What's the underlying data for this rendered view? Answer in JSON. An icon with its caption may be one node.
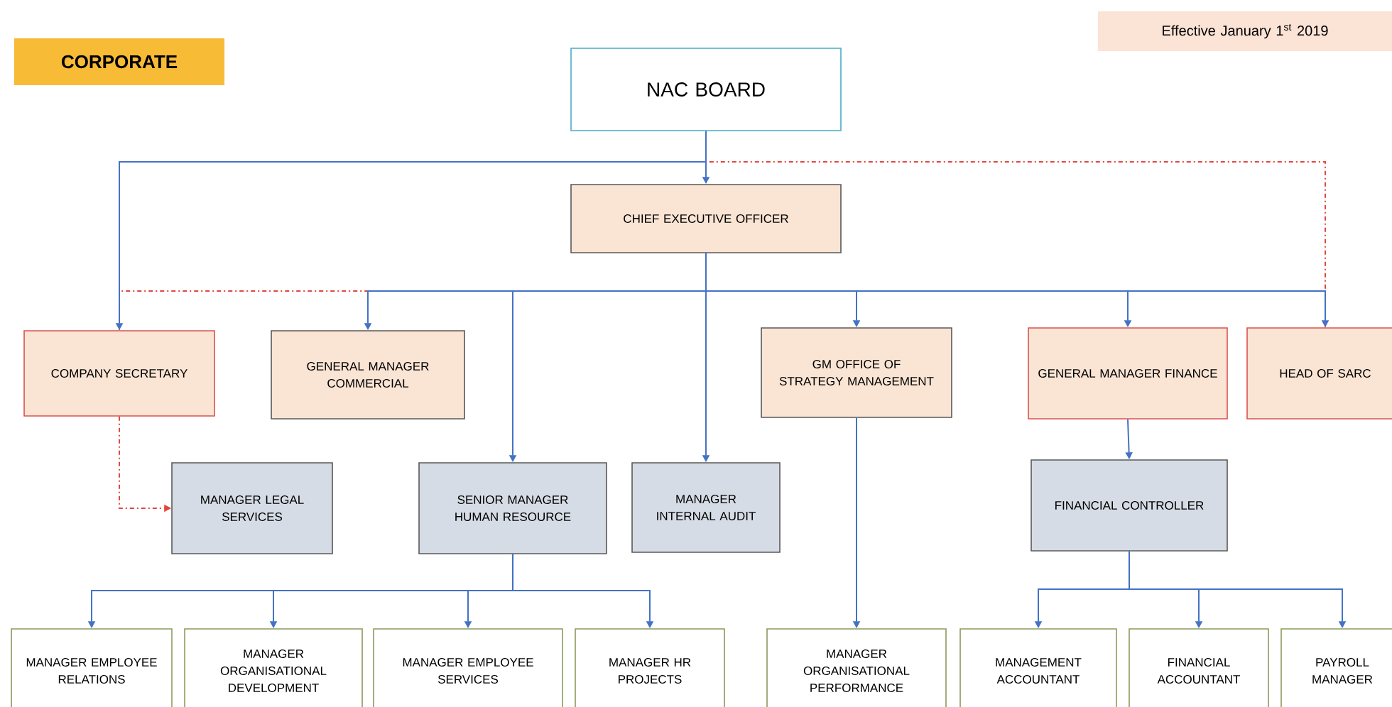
{
  "diagram": {
    "nodes": [
      {
        "text": [
          "CORPORATE"
        ]
      },
      {
        "text": [
          "Effective January 1$^{st}$ 2019"
        ]
      },
      {
        "text": [
          "NAC BOARD"
        ]
      },
      {
        "text": [
          "CHIEF EXECUTIVE OFFICER"
        ]
      },
      {
        "text": [
          "COMPANY SECRETARY"
        ]
      },
      {
        "text": [
          "GENERAL MANAGER COMMERCIAL"
        ]
      },
      {
        "text": [
          "GM OFFICE OF STRATEGY MANAGEMENT"
        ]
      },
      {
        "text": [
          "GENERAL MANAGER FINANCE"
        ]
      },
      {
        "text": [
          "HEAD OF SARC"
        ]
      },
      {
        "text": [
          "MANAGER LEGAL SERVICES"
        ]
      },
      {
        "text": [
          "SENIOR MANAGER HUMAN RESOURCE"
        ]
      },
      {
        "text": [
          "MANAGER INTERNAL AUDIT"
        ]
      },
      {
        "text": [
          "FINANCIAL CONTROLLER"
        ]
      },
      {
        "text": [
          "MANAGER EMPLOYEE RELATIONS"
        ]
      },
      {
        "text": [
          "MANAGER ORGANISATIONAL DEVELOPMENT"
        ]
      },
      {
        "text": [
          "MANAGER EMPLOYEE SERVICES"
        ]
      },
      {
        "text": [
          "MANAGER HR PROJECTS"
        ]
      },
      {
        "text": [
          "MANAGER ORGANISATIONAL PERFORMANCE"
        ]
      },
      {
        "text": [
          "MANAGEMENT ACCOUNTANT"
        ]
      },
      {
        "text": [
          "FINANCIAL ACCOUNTANT"
        ]
      },
      {
        "text": [
          "PAYROLL MANAGER"
        ]
      }
    ],
    "edges": [
      {
        "from": 2,
        "to": 8,
        "arrow": "none",
        "style": "dashed",
        "color": "#e0473f"
      },
      {
        "from": 3,
        "to": 4,
        "arrow": "none",
        "style": "dashed",
        "color": "#e0473f"
      },
      {
        "from": 2,
        "to": 3,
        "arrow": "to"
      },
      {
        "from": 2,
        "to": 4,
        "arrow": "to"
      },
      {
        "from": 3,
        "to": 5,
        "arrow": "to"
      },
      {
        "from": 3,
        "to": 10,
        "arrow": "to"
      },
      {
        "from": 3,
        "to": 11,
        "arrow": "to"
      },
      {
        "from": 3,
        "to": 6,
        "arrow": "to"
      },
      {
        "from": 3,
        "to": 7,
        "arrow": "to"
      },
      {
        "from": 3,
        "to": 8,
        "arrow": "to"
      },
      {
        "from": 4,
        "to": 9,
        "arrow": "to",
        "style": "dashed",
        "color": "#e0473f"
      },
      {
        "from": 6,
        "to": 17,
        "arrow": "to"
      },
      {
        "from": 7,
        "to": 12,
        "arrow": "to"
      },
      {
        "from": 10,
        "to": 13,
        "arrow": "to"
      },
      {
        "from": 10,
        "to": 14,
        "arrow": "to"
      },
      {
        "from": 10,
        "to": 15,
        "arrow": "to"
      },
      {
        "from": 10,
        "to": 16,
        "arrow": "to"
      },
      {
        "from": 12,
        "to": 18,
        "arrow": "to"
      },
      {
        "from": 12,
        "to": 19,
        "arrow": "to"
      },
      {
        "from": 12,
        "to": 20,
        "arrow": "to"
      }
    ]
  }
}
